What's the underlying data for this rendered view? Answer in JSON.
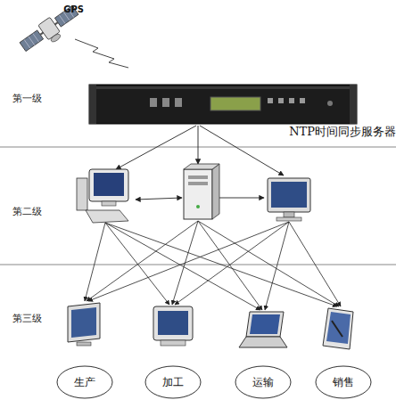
{
  "diagram": {
    "nodes": [
      {
        "text": [
          "GPS"
        ]
      },
      {
        "text": [
          "NTP时间同步服务器"
        ]
      },
      {
        "text": [
          "生产"
        ]
      },
      {
        "text": [
          "加工"
        ]
      },
      {
        "text": [
          "运输"
        ]
      },
      {
        "text": [
          "销售"
        ]
      }
    ],
    "labels": [
      "第一级",
      "第二级",
      "第三级"
    ]
  }
}
